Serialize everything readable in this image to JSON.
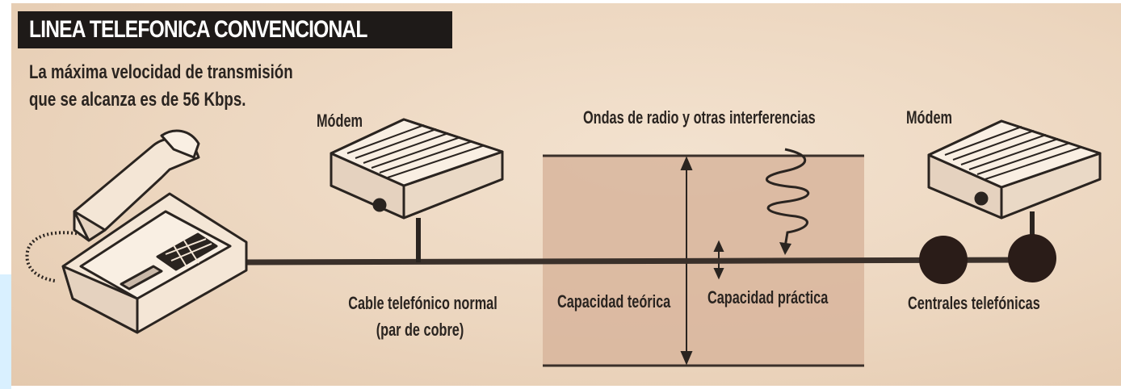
{
  "title": "LINEA TELEFONICA CONVENCIONAL",
  "subtitle_line1": "La máxima velocidad de transmisión",
  "subtitle_line2": "que se alcanza es de 56 Kbps.",
  "modem_left_label": "Módem",
  "modem_right_label": "Módem",
  "interference_label": "Ondas de radio y otras interferencias",
  "cable_label_line1": "Cable telefónico normal",
  "cable_label_line2": "(par de cobre)",
  "theoretical_capacity_label": "Capacidad teórica",
  "practical_capacity_label": "Capacidad práctica",
  "exchanges_label": "Centrales telefónicas",
  "colors": {
    "paper": "#ecd6bf",
    "ink": "#2a2420",
    "title_bg": "#1e1a18",
    "channel_fill": "#d9b8a0"
  }
}
